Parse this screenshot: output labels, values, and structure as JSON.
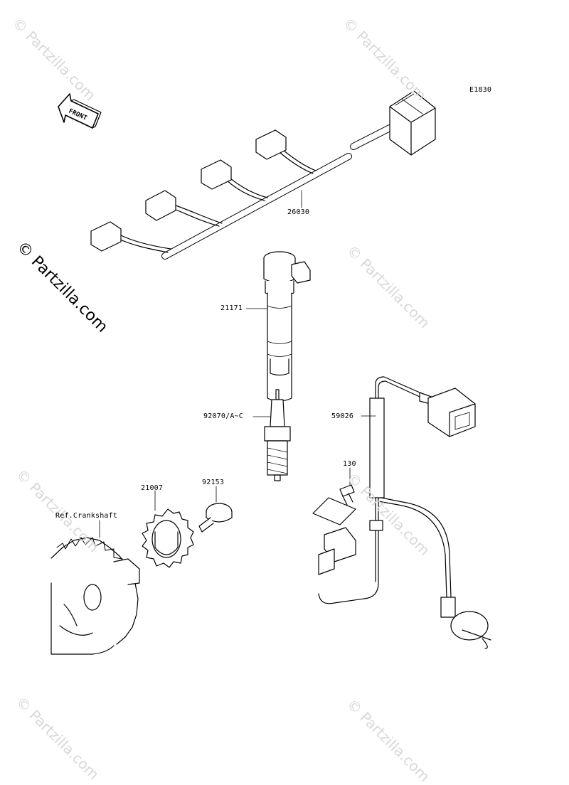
{
  "diagram": {
    "code": "E1830",
    "front_label": "FRONT",
    "watermark": "© Partzilla.com",
    "parts": [
      {
        "number": "26030"
      },
      {
        "number": "21171"
      },
      {
        "number": "92070/A~C"
      },
      {
        "number": "59026"
      },
      {
        "number": "130"
      },
      {
        "number": "92153"
      },
      {
        "number": "21007"
      }
    ],
    "reference": "Ref.Crankshaft"
  },
  "colors": {
    "line": "#000000",
    "watermark": "#d8d8d8",
    "background": "#ffffff"
  }
}
